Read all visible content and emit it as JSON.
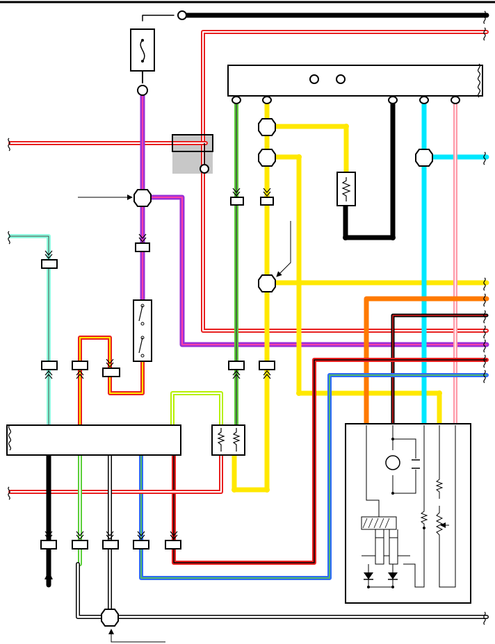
{
  "diagram": {
    "kind": "wiring-schematic",
    "has_text_labels": false
  },
  "palette": {
    "black": "#000000",
    "yellow": "#ffe800",
    "cyan": "#00e8ff",
    "purple": "#9a2fd6",
    "red": "#e82020",
    "orange": "#ff7a00",
    "green": "#5ccf3a",
    "light_green": "#b6f000",
    "blue": "#2f6bff",
    "pink": "#ff9aa8",
    "light_cyan": "#8fffe0",
    "gray_box": "#c8c8c8"
  },
  "components": [
    {
      "name": "fuse",
      "icon": "fuse-icon"
    },
    {
      "name": "upper-connector-block",
      "icon": "connector-block-icon"
    },
    {
      "name": "lower-connector-block",
      "icon": "connector-block-icon"
    },
    {
      "name": "relay-box",
      "icon": "resistor-pair-icon"
    },
    {
      "name": "switch",
      "icon": "switch-icon"
    },
    {
      "name": "resistor",
      "icon": "resistor-icon"
    },
    {
      "name": "motor-module",
      "icon": "motor-icon"
    }
  ]
}
